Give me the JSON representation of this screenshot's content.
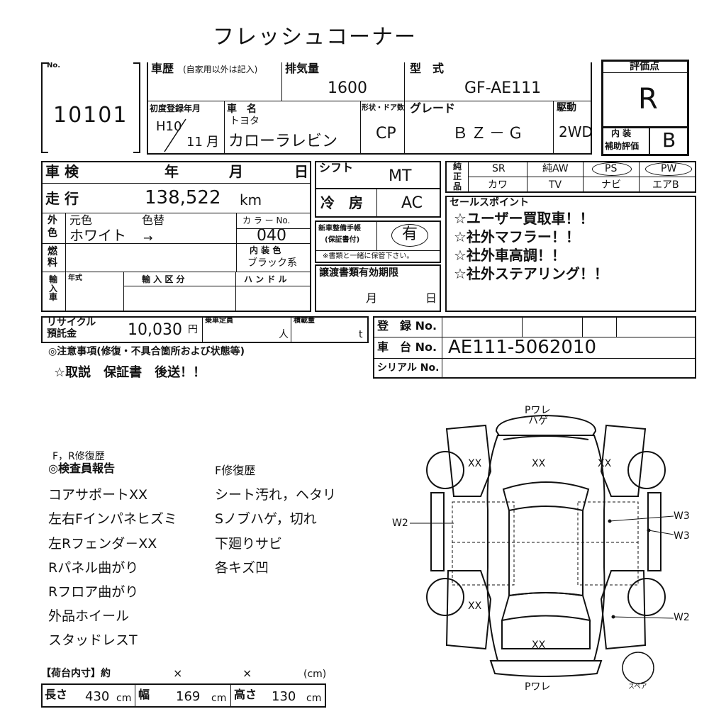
{
  "title": "フレッシュコーナー",
  "lot": {
    "no_label": "No.",
    "number": "10101"
  },
  "history": {
    "label": "車歴",
    "sub": "(自家用以外は記入)"
  },
  "displacement": {
    "label": "排気量",
    "value": "1600"
  },
  "model": {
    "label": "型　式",
    "value": "GF-AE111"
  },
  "first_reg": {
    "label": "初度登録年月",
    "year": "H10",
    "month": "11",
    "month_unit": "月"
  },
  "car_name": {
    "label": "車　名",
    "maker": "トヨタ",
    "name": "カローラレビン"
  },
  "body_type": {
    "label": "形状・ドア数",
    "value": "CP"
  },
  "grade": {
    "label": "グレード",
    "value": "ＢＺ－Ｇ"
  },
  "drive": {
    "label": "駆動",
    "value": "2WD"
  },
  "rating": {
    "label": "評価点",
    "value": "R",
    "interior_label1": "内 装",
    "interior_label2": "補助評価",
    "interior_value": "B"
  },
  "inspection": {
    "label": "車 検",
    "year": "年",
    "month": "月",
    "day": "日"
  },
  "mileage": {
    "label": "走 行",
    "value": "138,522",
    "unit": "km"
  },
  "color": {
    "label1": "外",
    "label2": "色",
    "orig_label": "元色",
    "change_label": "色替",
    "orig": "ホワイト",
    "arrow": "→",
    "code_label": "カ ラ ー No.",
    "code": "040",
    "interior_color_label": "内 装 色",
    "interior_color": "ブラック系"
  },
  "fuel": {
    "label1": "燃",
    "label2": "料"
  },
  "import": {
    "label": "輸入車",
    "year_label": "年式",
    "type_label": "輸 入 区 分",
    "handle_label": "ハ ン ド ル"
  },
  "shift": {
    "label": "シフト",
    "value": "MT"
  },
  "ac": {
    "label": "冷　房",
    "value": "AC"
  },
  "warranty": {
    "label1": "新車整備手帳",
    "label2": "(保証書付)",
    "value": "有",
    "note": "※書類と一緒に保管下さい。"
  },
  "transfer": {
    "label": "譲渡書類有効期限",
    "month": "月",
    "day": "日"
  },
  "options": {
    "label": [
      "純",
      "正",
      "品"
    ],
    "row1": [
      "SR",
      "純AW",
      "PS",
      "PW"
    ],
    "row2": [
      "カワ",
      "TV",
      "ナビ",
      "エアB"
    ]
  },
  "sales": {
    "label": "セールスポイント",
    "points": [
      "☆ユーザー買取車！！",
      "☆社外マフラー！！",
      "☆社外車高調！！",
      "☆社外ステアリング！！"
    ]
  },
  "recycle": {
    "label1": "リサイクル",
    "label2": "預託金",
    "value": "10,030",
    "unit": "円"
  },
  "capacity": {
    "label": "乗車定員",
    "unit": "人"
  },
  "load": {
    "label": "積載量",
    "unit": "t"
  },
  "registration": {
    "label": "登　録 No."
  },
  "chassis": {
    "label": "車　台 No.",
    "value": "AE111-5062010"
  },
  "serial": {
    "label": "シリアル No."
  },
  "notes": {
    "label": "◎注意事項(修復・不具合箇所および状態等)",
    "text": "☆取説　保証書　後送！！"
  },
  "report": {
    "pre": "F，R修復歴",
    "label": "◎検査員報告",
    "left": [
      "コアサポートXX",
      "左右Fインパネヒズミ",
      "左Rフェンダ－XX",
      "Rパネル曲がり",
      "Rフロア曲がり",
      "外品ホイール",
      "スタッドレスT"
    ],
    "right": [
      "F修復歴",
      "シート汚れ，ヘタリ",
      "Sノブハゲ，切れ",
      "下廻りサビ",
      "各キズ凹"
    ]
  },
  "diagram": {
    "front_top": "Pワレ",
    "front_sub": "ハゲ",
    "xx_front": "XX",
    "xx_fl": "XX",
    "xx_fr": "XX",
    "xx_rl": "XX",
    "xx_rear": "XX",
    "w2_left": "W2",
    "w3_a": "W3",
    "w3_b": "W3",
    "w2_right": "W2",
    "rear_bottom": "Pワレ",
    "spare": "スペア"
  },
  "cargo": {
    "label": "【荷台内寸】約",
    "x1": "×",
    "x2": "×",
    "unit_label": "(cm)",
    "length_label": "長さ",
    "length": "430",
    "width_label": "幅",
    "width": "169",
    "height_label": "高さ",
    "height": "130",
    "cm": "cm"
  }
}
